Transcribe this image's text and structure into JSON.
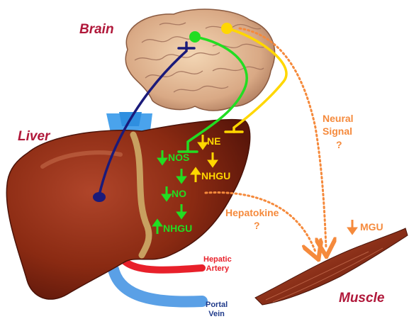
{
  "labels": {
    "brain": "Brain",
    "liver": "Liver",
    "muscle": "Muscle",
    "nos": "NOS",
    "no": "NO",
    "nhgu_green": "NHGU",
    "ne": "NE",
    "nhgu_yellow": "NHGU",
    "neural_signal_line1": "Neural",
    "neural_signal_line2": "Signal",
    "neural_signal_q": "?",
    "hepatokine": "Hepatokine",
    "hepatokine_q": "?",
    "mgu": "MGU",
    "hepatic_line1": "Hepatic",
    "hepatic_line2": "Artery",
    "portal_line1": "Portal",
    "portal_line2": "Vein"
  },
  "colors": {
    "organ_label": "#b0183a",
    "green_pathway": "#22dd22",
    "yellow_pathway": "#ffd700",
    "blue_pathway": "#1a1a7a",
    "orange_signal": "#f58a3c",
    "liver": "#8a2a12",
    "hepatic_artery": "#e8202a",
    "portal_vein": "#5aa0e6"
  }
}
